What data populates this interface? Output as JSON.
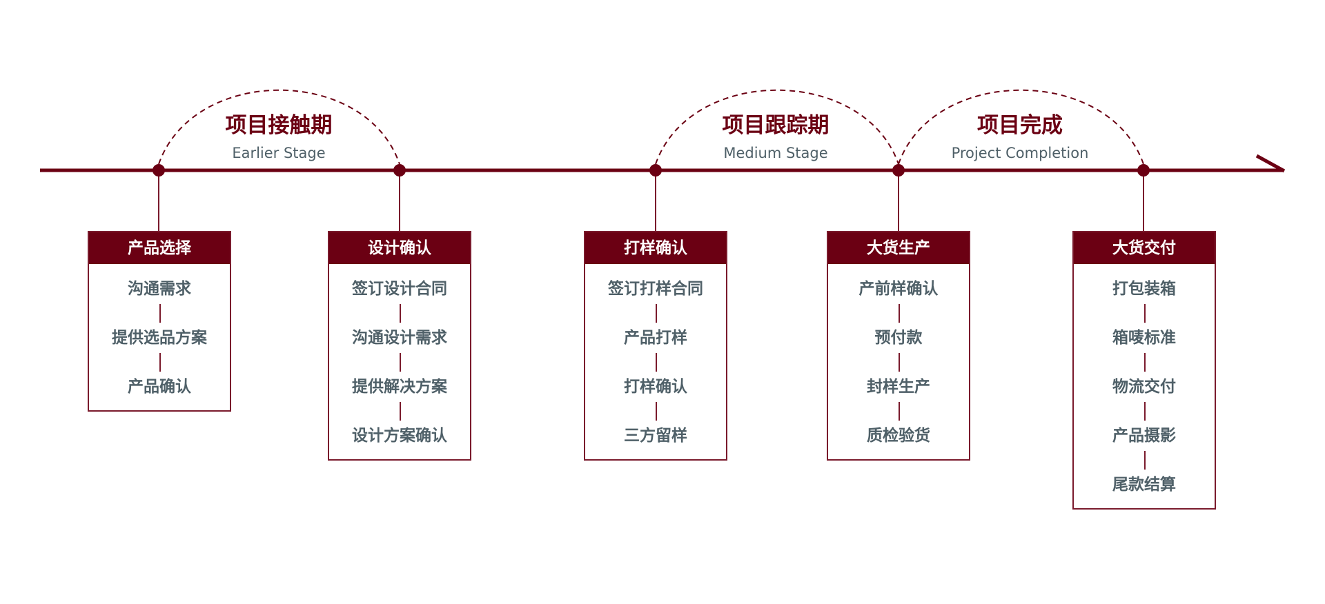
{
  "colors": {
    "accent": "#6b0013",
    "text": "#4f6068"
  },
  "phases": [
    {
      "zh": "项目接触期",
      "en": "Earlier Stage"
    },
    {
      "zh": "项目跟踪期",
      "en": "Medium Stage"
    },
    {
      "zh": "项目完成",
      "en": "Project Completion"
    }
  ],
  "steps": [
    {
      "title": "产品选择",
      "items": [
        "沟通需求",
        "提供选品方案",
        "产品确认"
      ]
    },
    {
      "title": "设计确认",
      "items": [
        "签订设计合同",
        "沟通设计需求",
        "提供解决方案",
        "设计方案确认"
      ]
    },
    {
      "title": "打样确认",
      "items": [
        "签订打样合同",
        "产品打样",
        "打样确认",
        "三方留样"
      ]
    },
    {
      "title": "大货生产",
      "items": [
        "产前样确认",
        "预付款",
        "封样生产",
        "质检验货"
      ]
    },
    {
      "title": "大货交付",
      "items": [
        "打包装箱",
        "箱唛标准",
        "物流交付",
        "产品摄影",
        "尾款结算"
      ]
    }
  ]
}
